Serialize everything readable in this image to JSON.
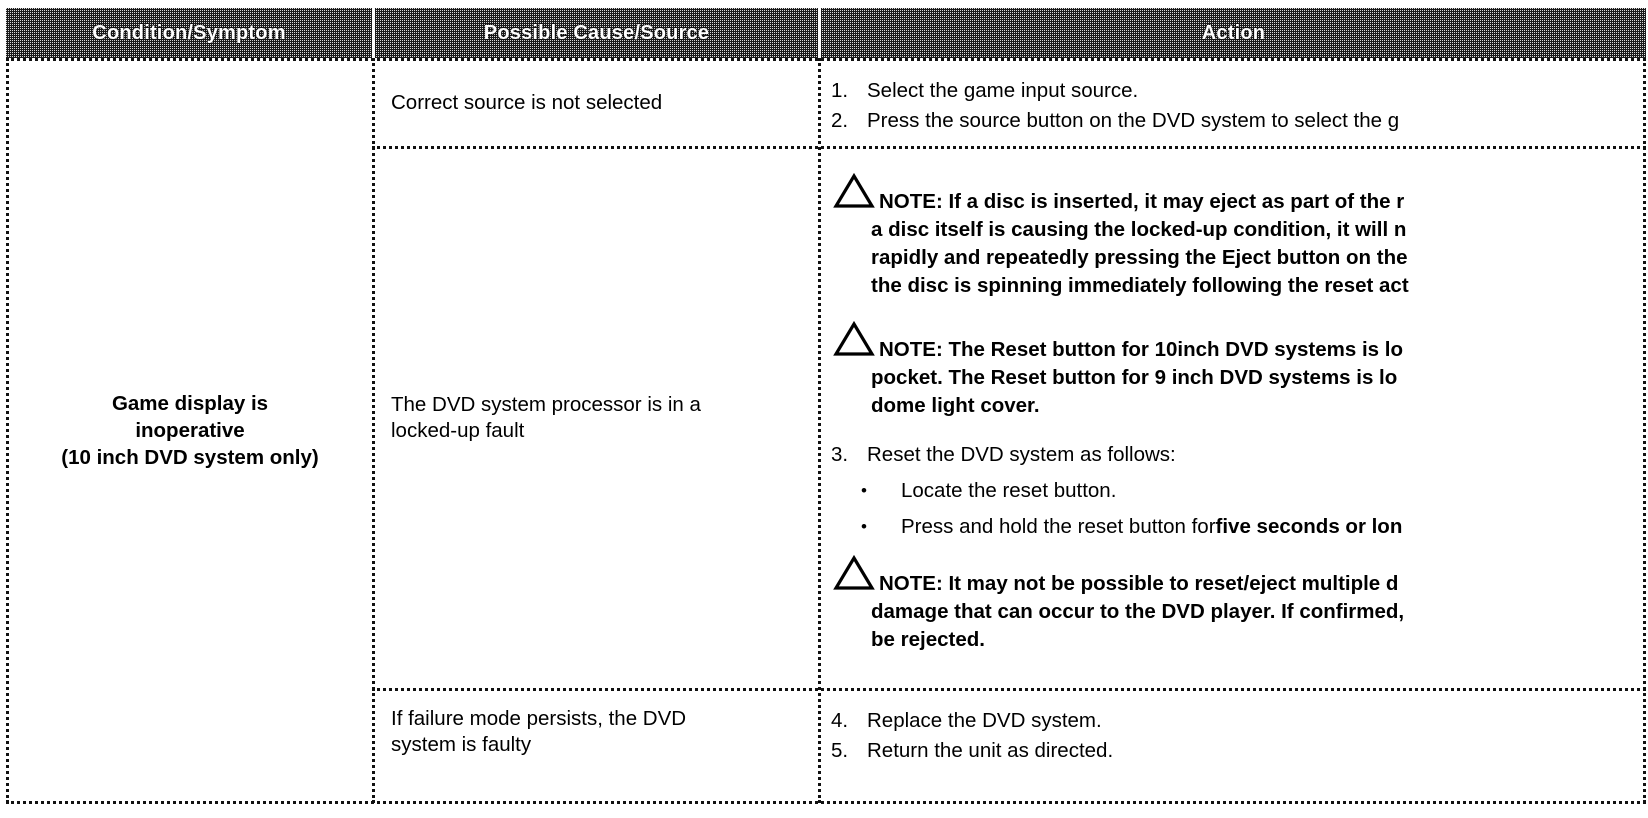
{
  "document": {
    "type": "troubleshooting-table",
    "title": "Game display is inoperative troubleshooting table"
  },
  "table": {
    "headers": [
      {
        "id": "condition",
        "label": "Condition/Symptom"
      },
      {
        "id": "cause",
        "label": "Possible Cause/Source"
      },
      {
        "id": "action",
        "label": "Action"
      }
    ],
    "symptom": {
      "line1": "Game display is",
      "line2": "inoperative",
      "line3": "(10 inch DVD system only)"
    },
    "rows": [
      {
        "id": "row-1",
        "cause": "Correct source is not selected",
        "actions": [
          {
            "num": "1.",
            "text": "Select the game input source."
          },
          {
            "num": "2.",
            "text": "Press the source button on the DVD system to select the g"
          }
        ]
      },
      {
        "id": "row-2",
        "cause_line1": "The DVD system processor is in a",
        "cause_line2": "locked-up fault",
        "notes": [
          {
            "id": "note-1",
            "icon": "warning-triangle-icon",
            "lines": [
              "NOTE:  If a disc is inserted, it may eject as part of the r",
              "a disc itself is causing the locked-up condition, it will n",
              "rapidly and repeatedly pressing the Eject button on the",
              "the disc is spinning immediately following the reset act"
            ]
          },
          {
            "id": "note-2",
            "icon": "warning-triangle-icon",
            "lines": [
              "NOTE: The Reset button for 10inch DVD systems is lo",
              "pocket.  The Reset button for 9 inch DVD systems is lo",
              "dome light cover."
            ]
          },
          {
            "id": "note-3",
            "icon": "warning-triangle-icon",
            "lines": [
              "NOTE:  It may not be possible to reset/eject multiple d",
              "damage that can occur to the DVD player. If confirmed,",
              "be rejected."
            ]
          }
        ],
        "step3": {
          "num": "3.",
          "text": "Reset the DVD system as follows:"
        },
        "bullets": [
          {
            "bullet": "•",
            "text": "Locate the reset button.",
            "bold_tail": ""
          },
          {
            "bullet": "•",
            "text": "Press and hold the reset button for ",
            "bold_tail": "five seconds or lon"
          }
        ]
      },
      {
        "id": "row-3",
        "cause_line1": "If failure mode persists, the DVD",
        "cause_line2": "system is faulty",
        "actions": [
          {
            "num": "4.",
            "text": "Replace the DVD system."
          },
          {
            "num": "5.",
            "text": "Return the unit as directed."
          }
        ]
      }
    ]
  },
  "colors": {
    "header_fill": "#1a1a1a",
    "header_text": "#ffffff",
    "body_text": "#000000",
    "page_background": "#ffffff",
    "border": "#111111"
  }
}
